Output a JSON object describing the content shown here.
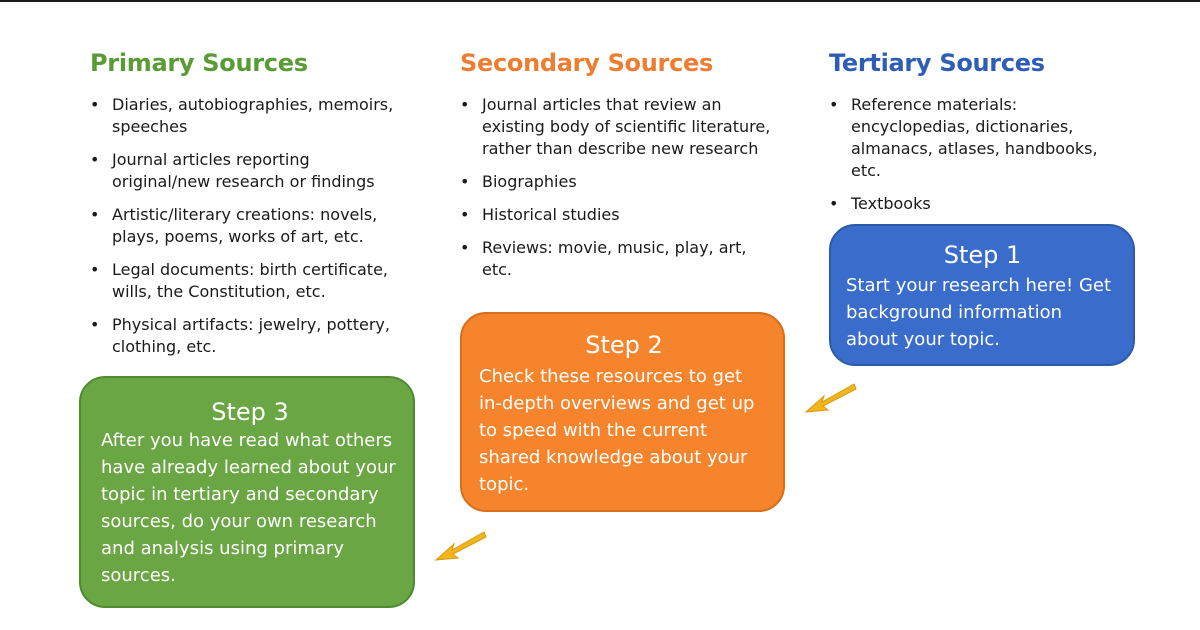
{
  "colors": {
    "primary": "#5a9b35",
    "secondary": "#ed7d31",
    "tertiary": "#2f5db5",
    "step1": "#3a6ccb",
    "step2": "#f5842c",
    "step3": "#6aa643",
    "arrow": "#f2b51c"
  },
  "columns": {
    "primary": {
      "title": "Primary Sources",
      "items": [
        "Diaries, autobiographies, memoirs, speeches",
        "Journal articles reporting original/new research or findings",
        "Artistic/literary creations:  novels, plays, poems, works of art, etc.",
        "Legal documents: birth certificate, wills, the Constitution, etc.",
        "Physical artifacts: jewelry, pottery, clothing, etc."
      ]
    },
    "secondary": {
      "title": "Secondary Sources",
      "items": [
        "Journal articles that review an existing body of scientific literature, rather than describe new research",
        "Biographies",
        "Historical studies",
        "Reviews: movie, music, play, art, etc."
      ]
    },
    "tertiary": {
      "title": "Tertiary Sources",
      "items": [
        "Reference materials: encyclopedias, dictionaries, almanacs, atlases, handbooks, etc.",
        "Textbooks"
      ]
    }
  },
  "bullet": "•",
  "steps": {
    "step1": {
      "title": "Step 1",
      "text": "Start your research here! Get background information about your topic."
    },
    "step2": {
      "title": "Step 2",
      "text": "Check these resources to get in-depth overviews and get up to speed with the current shared knowledge about your topic."
    },
    "step3": {
      "title": "Step 3",
      "text": "After you have read what others have already learned about your topic in tertiary and secondary sources, do your own research and analysis using primary sources."
    }
  },
  "icons": {
    "arrow_1": "arrow-down-left-icon",
    "arrow_2": "arrow-down-left-icon"
  }
}
